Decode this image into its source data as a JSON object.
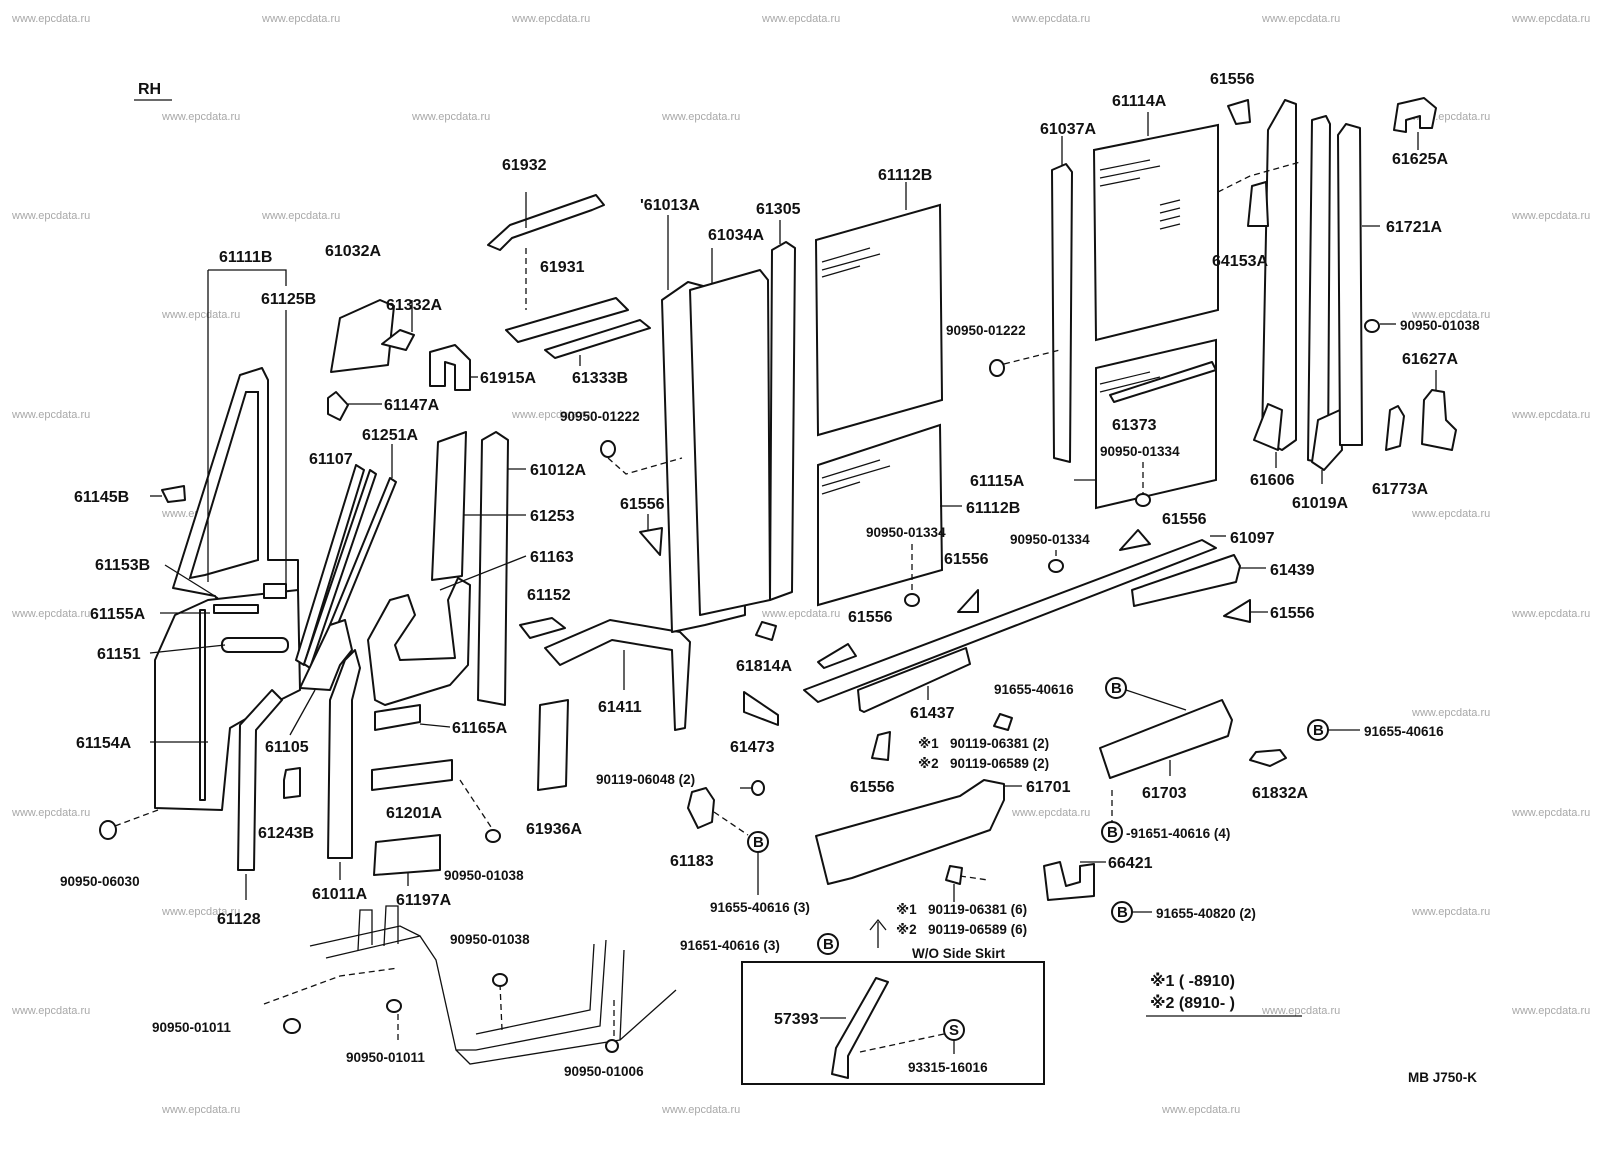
{
  "side_label": "RH",
  "diagram_code": "MB J750-K",
  "watermark": "www.epcdata.ru",
  "parts": {
    "p61932": "61932",
    "p61931": "61931",
    "p61333B": "61333B",
    "p61013A": "'61013A",
    "p61034A": "61034A",
    "p61305": "61305",
    "p61112B_top": "61112B",
    "p61114A": "61114A",
    "p61037A": "61037A",
    "p61556_top": "61556",
    "p61625A": "61625A",
    "p61721A": "61721A",
    "p64153A": "64153A",
    "p61111B": "61111B",
    "p61125B": "61125B",
    "p61032A": "61032A",
    "p61332A": "61332A",
    "p61915A": "61915A",
    "p61147A": "61147A",
    "p61251A": "61251A",
    "p61107": "61107",
    "p61012A": "61012A",
    "p61253": "61253",
    "p61163": "61163",
    "p61145B": "61145B",
    "p61153B": "61153B",
    "p61155A": "61155A",
    "p61151": "61151",
    "p61154A": "61154A",
    "p61105": "61105",
    "p61152": "61152",
    "p61411": "61411",
    "p61165A": "61165A",
    "p61201A": "61201A",
    "p61243B": "61243B",
    "p61128": "61128",
    "p61011A": "61011A",
    "p61197A": "61197A",
    "p61936A": "61936A",
    "p61183": "61183",
    "p61556_a": "61556",
    "p61556_b": "61556",
    "p61556_c": "61556",
    "p61556_d": "61556",
    "p61556_e": "61556",
    "p61556_f": "61556",
    "p61814A": "61814A",
    "p61473": "61473",
    "p61437": "61437",
    "p61097": "61097",
    "p61439": "61439",
    "p61373": "61373",
    "p61115A": "61115A",
    "p61112B_bot": "61112B",
    "p61606": "61606",
    "p61019A": "61019A",
    "p61627A": "61627A",
    "p61773A": "61773A",
    "p61703": "61703",
    "p61701": "61701",
    "p61832A": "61832A",
    "p66421": "66421",
    "p57393": "57393",
    "f90950_01222_a": "90950-01222",
    "f90950_01222_b": "90950-01222",
    "f90950_01038_a": "90950-01038",
    "f90950_01038_b": "90950-01038",
    "f90950_01038_c": "90950-01038",
    "f90950_01334_a": "90950-01334",
    "f90950_01334_b": "90950-01334",
    "f90950_01334_c": "90950-01334",
    "f90950_06030": "90950-06030",
    "f90950_01011_a": "90950-01011",
    "f90950_01011_b": "90950-01011",
    "f90950_01006": "90950-01006",
    "f90119_06048": "90119-06048 (2)",
    "f91655_40616_3": "91655-40616 (3)",
    "f91651_40616_3": "91651-40616 (3)",
    "f91655_40616_a": "91655-40616",
    "f91655_40616_b": "91655-40616",
    "f91651_40616_4": "-91651-40616 (4)",
    "f91655_40820": "91655-40820 (2)",
    "f93315_16016": "93315-16016",
    "f90119_06381_2": "90119-06381 (2)",
    "f90119_06589_2": "90119-06589 (2)",
    "f90119_06381_6": "90119-06381 (6)",
    "f90119_06589_6": "90119-06589 (6)"
  },
  "markers": {
    "note1": "※1",
    "note2": "※2",
    "b": "B",
    "s": "S"
  },
  "notes": {
    "wo_side_skirt": "W/O Side Skirt",
    "legend1": "※1 (        -8910)",
    "legend2": "※2 (8910-        )"
  }
}
